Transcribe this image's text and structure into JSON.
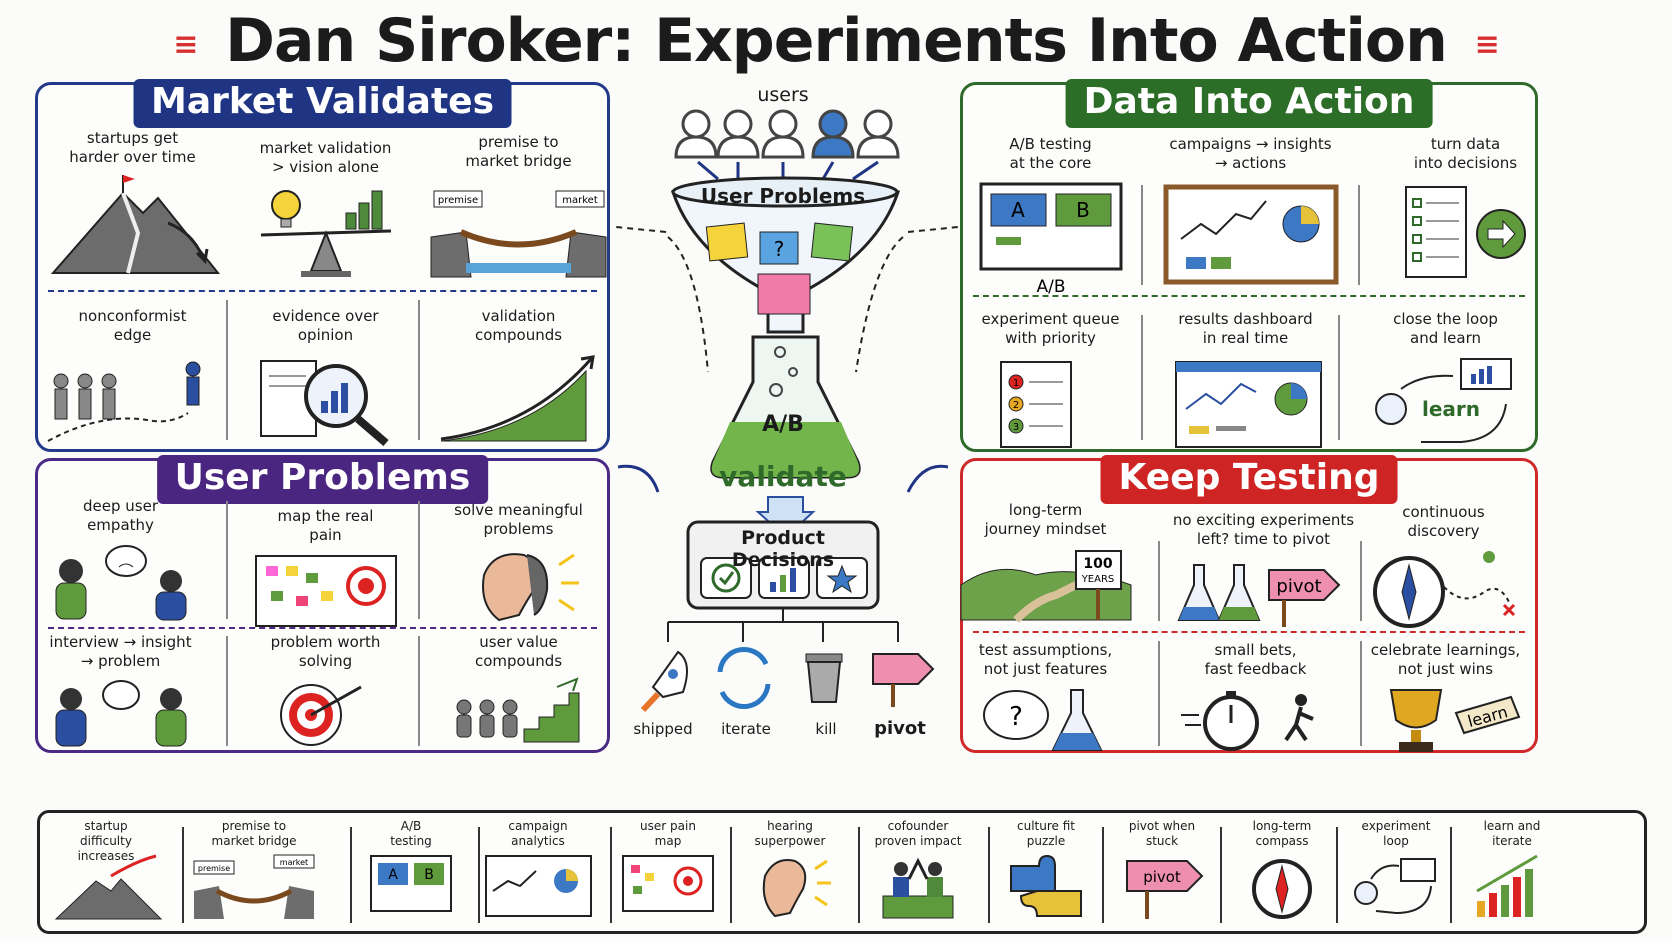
{
  "title": "Dan Siroker: Experiments Into Action",
  "panels": {
    "market": {
      "heading": "Market Validates",
      "cells": [
        {
          "caption": "startups get\nharder over time"
        },
        {
          "caption": "market validation\n> vision alone"
        },
        {
          "caption": "premise to\nmarket bridge",
          "left_sign": "premise",
          "right_sign": "market"
        },
        {
          "caption": "nonconformist\nedge"
        },
        {
          "caption": "evidence over\nopinion"
        },
        {
          "caption": "validation\ncompounds"
        }
      ]
    },
    "data": {
      "heading": "Data Into Action",
      "cells": [
        {
          "caption": "A/B testing\nat the core",
          "a": "A",
          "b": "B",
          "sub": "A/B"
        },
        {
          "caption": "campaigns → insights\n→ actions"
        },
        {
          "caption": "turn data\ninto decisions"
        },
        {
          "caption": "experiment queue\nwith priority",
          "n1": "1",
          "n2": "2",
          "n3": "3"
        },
        {
          "caption": "results dashboard\nin real time"
        },
        {
          "caption": "close the loop\nand learn",
          "word": "learn"
        }
      ]
    },
    "user": {
      "heading": "User Problems",
      "cells": [
        {
          "caption": "deep user\nempathy"
        },
        {
          "caption": "map the real\npain"
        },
        {
          "caption": "solve meaningful\nproblems"
        },
        {
          "caption": "interview → insight\n→ problem"
        },
        {
          "caption": "problem worth\nsolving"
        },
        {
          "caption": "user value\ncompounds"
        }
      ]
    },
    "keep": {
      "heading": "Keep Testing",
      "cells": [
        {
          "caption": "long-term\njourney mindset",
          "sign_num": "100",
          "sign_word": "YEARS"
        },
        {
          "caption": "no exciting experiments\nleft? time to pivot",
          "word": "pivot"
        },
        {
          "caption": "continuous\ndiscovery"
        },
        {
          "caption": "test assumptions,\nnot just features"
        },
        {
          "caption": "small bets,\nfast feedback"
        },
        {
          "caption": "celebrate learnings,\nnot just wins",
          "tag": "learn"
        }
      ]
    }
  },
  "center": {
    "users_label": "users",
    "funnel_label": "User Problems",
    "beaker_label": "A/B",
    "validate_label": "validate",
    "decisions_label": "Product Decisions",
    "outcomes": [
      "shipped",
      "iterate",
      "kill",
      "pivot"
    ]
  },
  "strip": [
    {
      "caption": "startup\ndifficulty\nincreases"
    },
    {
      "caption": "premise to\nmarket bridge",
      "left_sign": "premise",
      "right_sign": "market"
    },
    {
      "caption": "A/B\ntesting",
      "a": "A",
      "b": "B"
    },
    {
      "caption": "campaign\nanalytics"
    },
    {
      "caption": "user pain\nmap"
    },
    {
      "caption": "hearing\nsuperpower"
    },
    {
      "caption": "cofounder\nproven impact"
    },
    {
      "caption": "culture fit\npuzzle"
    },
    {
      "caption": "pivot when\nstuck",
      "word": "pivot"
    },
    {
      "caption": "long-term\ncompass"
    },
    {
      "caption": "experiment\nloop"
    },
    {
      "caption": "learn and\niterate"
    }
  ],
  "colors": {
    "blue": "#233a8a",
    "green": "#2f6a2a",
    "purple": "#4b2a85",
    "red": "#cf2a2a",
    "accent_green": "#5f9a3c"
  }
}
